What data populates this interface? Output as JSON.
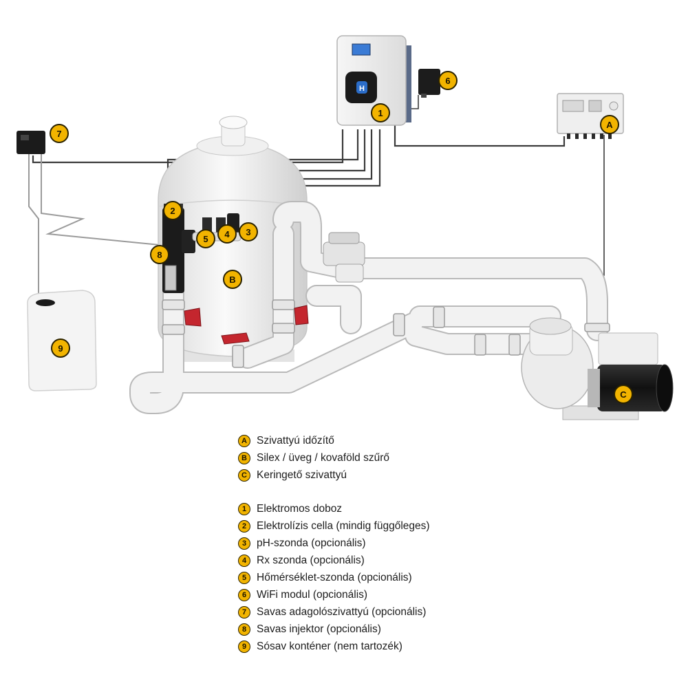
{
  "markers": {
    "m1": "1",
    "m2": "2",
    "m3": "3",
    "m4": "4",
    "m5": "5",
    "m6": "6",
    "m7": "7",
    "m8": "8",
    "m9": "9",
    "mA": "A",
    "mB": "B",
    "mC": "C"
  },
  "legend": {
    "letters": [
      {
        "badge": "A",
        "text": "Szivattyú időzítő"
      },
      {
        "badge": "B",
        "text": "Silex / üveg / kovaföld szűrő"
      },
      {
        "badge": "C",
        "text": "Keringető szivattyú"
      }
    ],
    "numbers": [
      {
        "badge": "1",
        "text": "Elektromos doboz"
      },
      {
        "badge": "2",
        "text": "Elektrolízis cella (mindig függőleges)"
      },
      {
        "badge": "3",
        "text": "pH-szonda (opcionális)"
      },
      {
        "badge": "4",
        "text": "Rx szonda (opcionális)"
      },
      {
        "badge": "5",
        "text": "Hőmérséklet-szonda (opcionális)"
      },
      {
        "badge": "6",
        "text": "WiFi modul (opcionális)"
      },
      {
        "badge": "7",
        "text": "Savas adagolószivattyú (opcionális)"
      },
      {
        "badge": "8",
        "text": "Savas injektor (opcionális)"
      },
      {
        "badge": "9",
        "text": "Sósav konténer (nem tartozék)"
      }
    ]
  },
  "colors": {
    "marker_fill": "#f2b400",
    "marker_stroke": "#2a2200",
    "pipe": "#eeeeee",
    "pipe_edge": "#b8b8b8",
    "valve": "#c4262e",
    "screen": "#3a7bd5",
    "cable": "#333333"
  }
}
